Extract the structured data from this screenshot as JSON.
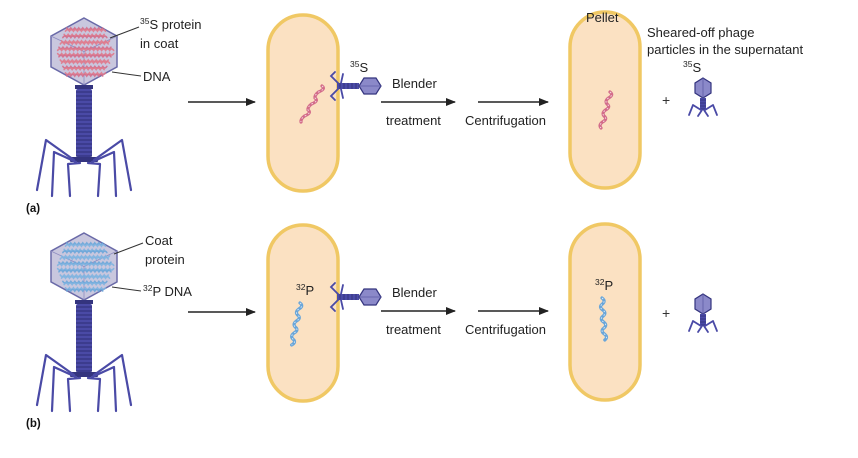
{
  "panels": [
    {
      "label": "(a)",
      "virus_labels": {
        "coat_isotope": "35",
        "coat_text": "S protein",
        "coat_text_line2": "in coat",
        "dna_text": "DNA"
      },
      "attached_isotope": "35",
      "attached_symbol": "S",
      "step1": "Blender",
      "step1_line2": "treatment",
      "step2": "Centrifugation",
      "pellet_label": "Pellet",
      "pellet_isotope": "",
      "pellet_symbol": "",
      "plus": "+",
      "supernatant_line1": "Sheared-off phage",
      "supernatant_line2": "particles in the supernatant",
      "phage_isotope": "35",
      "phage_symbol": "S",
      "dna_color": "#d36d8a",
      "coat_color": "#e07a8c"
    },
    {
      "label": "(b)",
      "virus_labels": {
        "coat_text": "Coat",
        "coat_text_line2": "protein",
        "dna_isotope": "32",
        "dna_text": "P DNA"
      },
      "cell_isotope": "32",
      "cell_symbol": "P",
      "step1": "Blender",
      "step1_line2": "treatment",
      "step2": "Centrifugation",
      "pellet_isotope": "32",
      "pellet_symbol": "P",
      "plus": "+",
      "dna_color": "#6aa6d9",
      "coat_color": "#7fb4e0"
    }
  ],
  "colors": {
    "phage": "#4a4aa6",
    "phage_dark": "#34347e",
    "cell_wall": "#f0c864",
    "cell_fill": "#fbe1c2",
    "arrow": "#222222"
  }
}
